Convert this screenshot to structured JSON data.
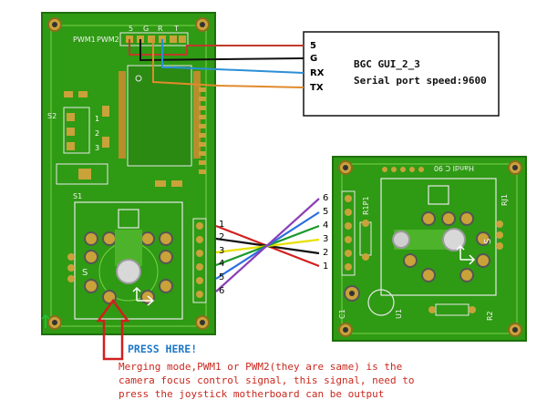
{
  "gui_box": {
    "title": "BGC GUI_2_3",
    "subtitle": "Serial port speed:9600",
    "pins": [
      "5",
      "G",
      "RX",
      "TX"
    ]
  },
  "left_board": {
    "header_labels": [
      "PWM1",
      "PWM2",
      "5",
      "G",
      "R",
      "T"
    ],
    "labels": {
      "s2": "S2",
      "s1": "S1",
      "sw_pin_1": "1",
      "sw_pin_2": "2",
      "sw_pin_3": "3",
      "joystick_s": "S"
    },
    "side_pins": [
      "1",
      "2",
      "3",
      "4",
      "5",
      "6"
    ]
  },
  "right_board": {
    "labels": {
      "r1p1": "R1P1",
      "rj1": "RJ1",
      "c1": "C1",
      "u1": "U1",
      "r2": "R2",
      "s": "S",
      "top_text": "Handl C 90"
    },
    "side_pins": [
      "6",
      "5",
      "4",
      "3",
      "2",
      "1"
    ]
  },
  "wire_colors": {
    "five": "#c0392b",
    "g": "#111111",
    "rx": "#2b8fd6",
    "tx": "#e08a2c",
    "w1": "#d11f1f",
    "w2": "#111111",
    "w3": "#e8e000",
    "w4": "#1a9a2a",
    "w5": "#2b6fe0",
    "w6": "#8b3fb5"
  },
  "annotations": {
    "press_here": "PRESS HERE!",
    "note": "Merging mode,PWM1 or PWM2(they are same) is the camera focus control signal, this signal, need to press the joystick motherboard can be output"
  }
}
